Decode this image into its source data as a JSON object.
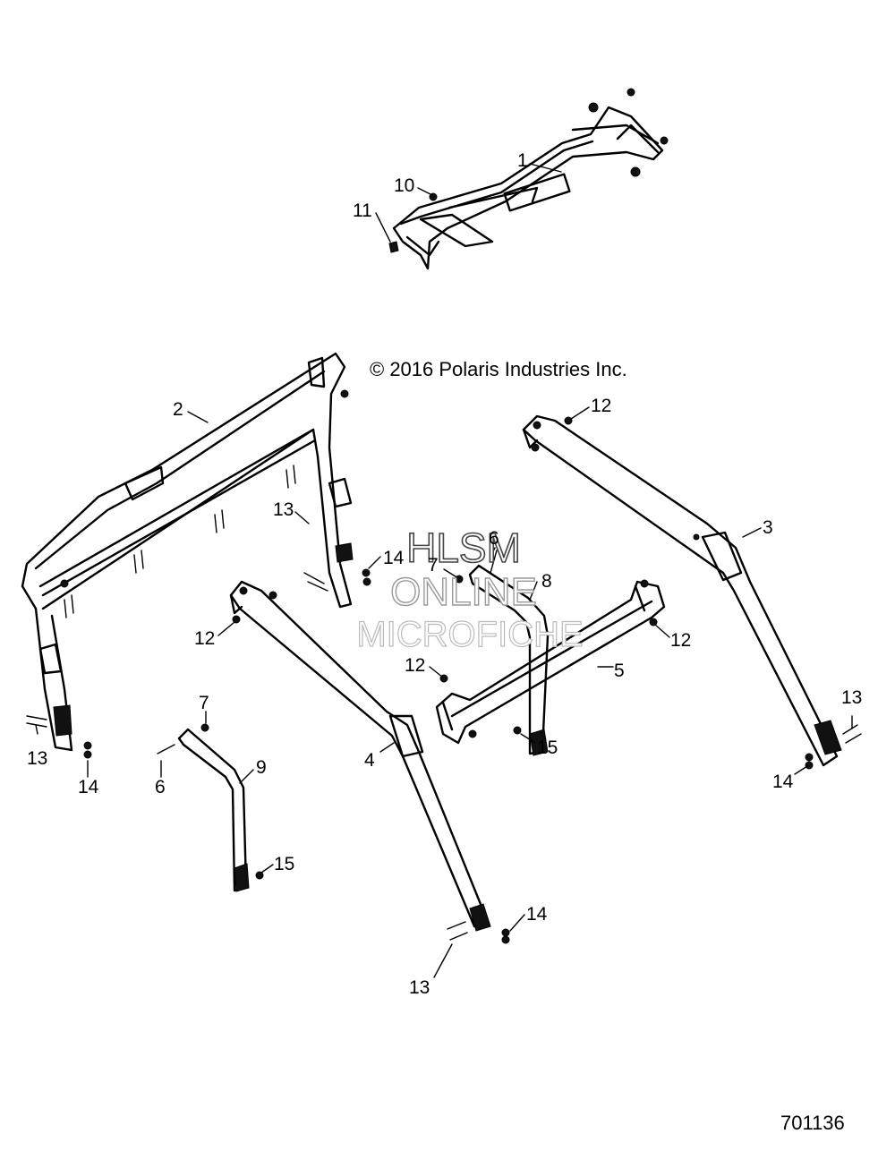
{
  "copyright": "© 2016 Polaris Industries Inc.",
  "watermark": {
    "line1": "HLSM",
    "line2": "ONLINE",
    "line3": "MICROFICHE"
  },
  "figure_number": "701136",
  "callouts": [
    "1",
    "2",
    "3",
    "4",
    "5",
    "6",
    "6",
    "7",
    "7",
    "8",
    "9",
    "10",
    "11",
    "12",
    "12",
    "12",
    "12",
    "13",
    "13",
    "13",
    "13",
    "14",
    "14",
    "14",
    "14",
    "15",
    "15"
  ]
}
